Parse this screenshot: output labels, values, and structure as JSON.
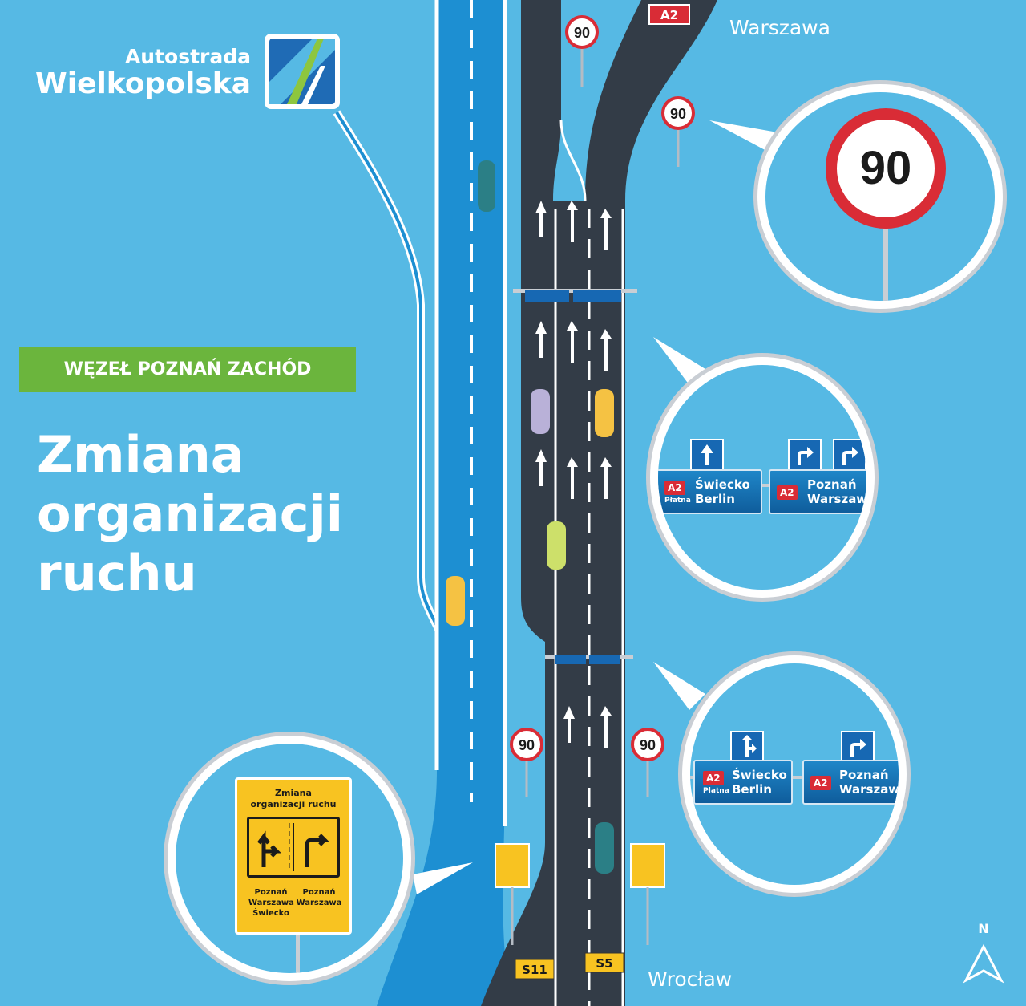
{
  "brand": {
    "line1": "Autostrada",
    "line2": "Wielkopolska"
  },
  "banner": {
    "label": "WĘZEŁ POZNAŃ ZACHÓD"
  },
  "headline": {
    "line1": "Zmiana",
    "line2": "organizacji",
    "line3": "ruchu"
  },
  "cities": {
    "north": "Warszawa",
    "south": "Wrocław"
  },
  "road_labels": {
    "top": "A2",
    "bottom_left": "S11",
    "bottom_right": "S5"
  },
  "speed_limit": "90",
  "compass": "N",
  "gantry_signs": {
    "left": {
      "road": "A2",
      "toll": "Płatna",
      "line1": "Świecko",
      "line2": "Berlin"
    },
    "right": {
      "road": "A2",
      "line1": "Poznań",
      "line2": "Warszawa"
    }
  },
  "info_sign": {
    "title1": "Zmiana",
    "title2": "organizacji ruchu",
    "left_dest": [
      "Poznań",
      "Warszawa",
      "Świecko"
    ],
    "right_dest": [
      "Poznań",
      "Warszawa"
    ]
  },
  "colors": {
    "background": "#56b9e4",
    "road": "#333c47",
    "green": "#6bb53d",
    "sign_blue": "#1768b3",
    "a2_red": "#d92c36",
    "yellow": "#f8c321"
  }
}
